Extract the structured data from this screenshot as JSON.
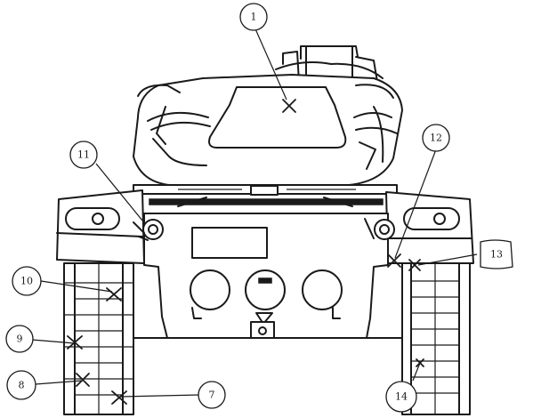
{
  "callouts": {
    "c1": "1",
    "c7": "7",
    "c8": "8",
    "c9": "9",
    "c10": "10",
    "c11": "11",
    "c12": "12",
    "c13": "13",
    "c14": "14"
  }
}
